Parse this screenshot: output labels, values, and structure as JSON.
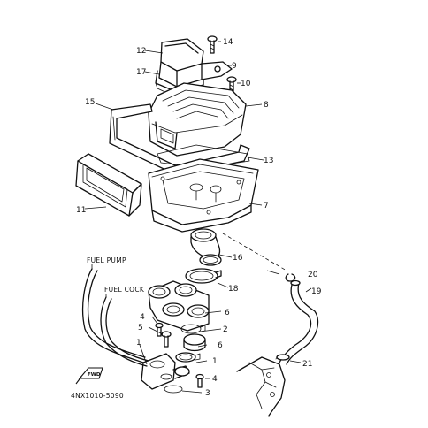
{
  "callouts": {
    "c1a": "1",
    "c1b": "1",
    "c2": "2",
    "c3": "3",
    "c4a": "4",
    "c4b": "4",
    "c5": "5",
    "c6a": "6",
    "c6b": "6",
    "c7": "7",
    "c8": "8",
    "c9": "9",
    "c10": "10",
    "c11": "11",
    "c12": "12",
    "c13": "13",
    "c14": "14",
    "c15": "15",
    "c16": "16",
    "c17": "17",
    "c18": "18",
    "c19": "19",
    "c20": "20",
    "c21": "21"
  },
  "labels": {
    "fuel_pump": "FUEL PUMP",
    "fuel_cock": "FUEL COCK",
    "fwd": "FWD",
    "figure_code": "4NX1010-5090"
  }
}
